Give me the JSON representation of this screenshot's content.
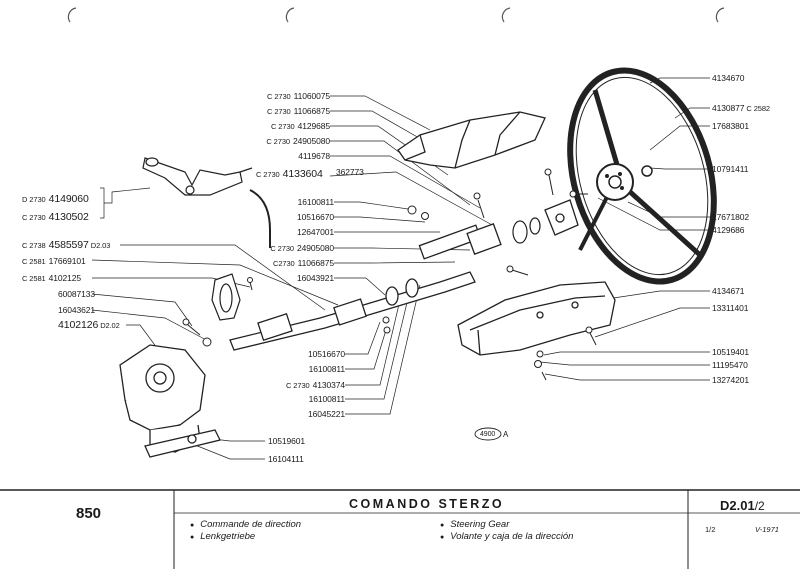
{
  "drawing_ref": "4900",
  "drawing_ref_suffix": "A",
  "callouts": [
    {
      "id": "c1",
      "prefix": "C 2730",
      "part": "11060075"
    },
    {
      "id": "c2",
      "prefix": "C 2730",
      "part": "11066875"
    },
    {
      "id": "c3",
      "prefix": "C 2730",
      "part": "4129685"
    },
    {
      "id": "c4",
      "prefix": "C 2730",
      "part": "24905080"
    },
    {
      "id": "c5",
      "prefix": "",
      "part": "4119678"
    },
    {
      "id": "c6",
      "prefix": "C 2730",
      "part": "4133604",
      "extra": "362773"
    },
    {
      "id": "c7",
      "prefix": "",
      "part": "16100811"
    },
    {
      "id": "c8",
      "prefix": "",
      "part": "10516670"
    },
    {
      "id": "c9",
      "prefix": "",
      "part": "12647001"
    },
    {
      "id": "c10",
      "prefix": "C 2730",
      "part": "24905080"
    },
    {
      "id": "c11",
      "prefix": "C2730",
      "part": "11066875"
    },
    {
      "id": "c12",
      "prefix": "",
      "part": "16043921"
    },
    {
      "id": "c13",
      "prefix": "D 2730",
      "part": "4149060"
    },
    {
      "id": "c14",
      "prefix": "C 2730",
      "part": "4130502"
    },
    {
      "id": "c15",
      "prefix": "C 2738",
      "part": "4585597",
      "suffix": "D2.03"
    },
    {
      "id": "c16",
      "prefix": "C 2581",
      "part": "17669101"
    },
    {
      "id": "c17",
      "prefix": "C 2581",
      "part": "4102125"
    },
    {
      "id": "c18",
      "prefix": "",
      "part": "60087133"
    },
    {
      "id": "c19",
      "prefix": "",
      "part": "16043621"
    },
    {
      "id": "c20",
      "prefix": "",
      "part": "4102126",
      "suffix": "D2.02"
    },
    {
      "id": "c21",
      "prefix": "",
      "part": "10516670"
    },
    {
      "id": "c22",
      "prefix": "",
      "part": "16100811"
    },
    {
      "id": "c23",
      "prefix": "C 2730",
      "part": "4130374"
    },
    {
      "id": "c24",
      "prefix": "",
      "part": "16100811"
    },
    {
      "id": "c25",
      "prefix": "",
      "part": "16045221"
    },
    {
      "id": "c26",
      "prefix": "",
      "part": "10519601"
    },
    {
      "id": "c27",
      "prefix": "",
      "part": "16104111"
    },
    {
      "id": "c28",
      "prefix": "",
      "part": "4134670"
    },
    {
      "id": "c29",
      "prefix": "",
      "part": "4130877",
      "suffix": "C 2582"
    },
    {
      "id": "c30",
      "prefix": "",
      "part": "17683801"
    },
    {
      "id": "c31",
      "prefix": "",
      "part": "10791411"
    },
    {
      "id": "c32",
      "prefix": "",
      "part": "17671802"
    },
    {
      "id": "c33",
      "prefix": "",
      "part": "4129686"
    },
    {
      "id": "c34",
      "prefix": "",
      "part": "4134671"
    },
    {
      "id": "c35",
      "prefix": "",
      "part": "13311401"
    },
    {
      "id": "c36",
      "prefix": "",
      "part": "10519401"
    },
    {
      "id": "c37",
      "prefix": "",
      "part": "11195470"
    },
    {
      "id": "c38",
      "prefix": "",
      "part": "13274201"
    }
  ],
  "footer": {
    "model": "850",
    "title": "COMANDO STERZO",
    "lines": [
      "Commande de direction",
      "Lenkgetriebe",
      "Steering Gear",
      "Volante y caja de la dirección"
    ],
    "code": "D2.01",
    "code_sub": "/2",
    "page": "1/2",
    "date": "V-1971"
  }
}
